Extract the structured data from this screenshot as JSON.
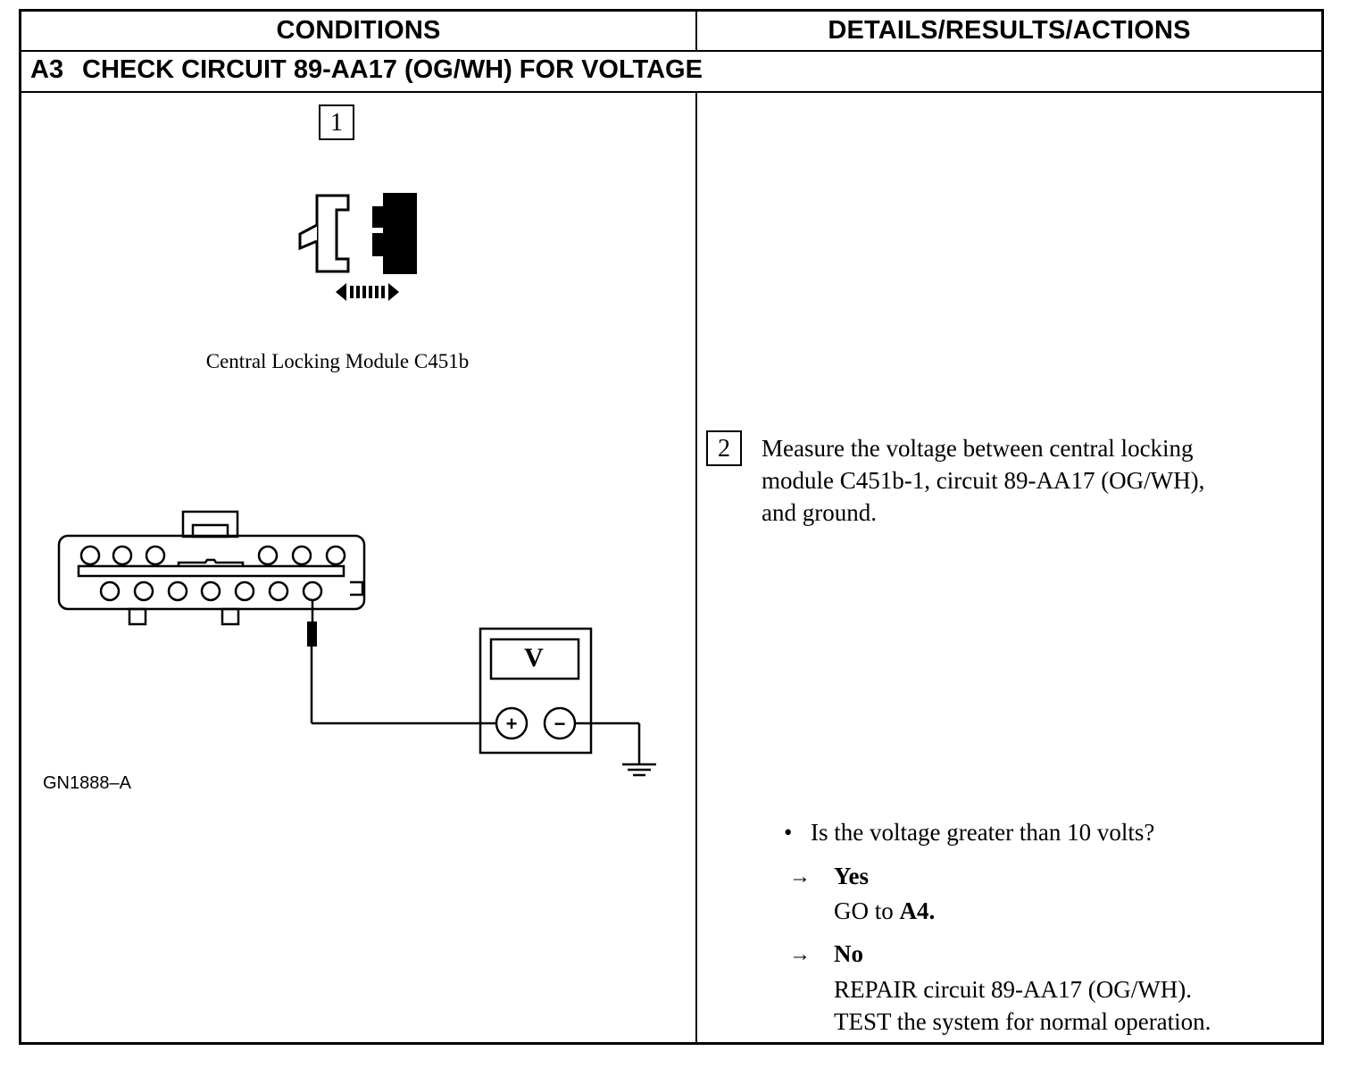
{
  "table": {
    "col_conditions": "CONDITIONS",
    "col_details": "DETAILS/RESULTS/ACTIONS",
    "step_id": "A3",
    "step_title": "CHECK CIRCUIT 89-AA17 (OG/WH) FOR VOLTAGE"
  },
  "conditions": {
    "step1_number": "1",
    "connector_caption": "Central Locking Module C451b",
    "meter_label": "V",
    "meter_plus": "+",
    "meter_minus": "−",
    "figure_id": "GN1888–A"
  },
  "details": {
    "step2_number": "2",
    "step2_line1": "Measure the voltage between central locking",
    "step2_line2": "module C451b-1, circuit 89-AA17 (OG/WH),",
    "step2_line3": "and ground.",
    "question": "Is the voltage greater than 10 volts?",
    "bullet": "•",
    "arrow": "→",
    "yes_label": "Yes",
    "yes_action_prefix": "GO to ",
    "yes_action_target": "A4.",
    "no_label": "No",
    "no_action_line1": "REPAIR circuit 89-AA17 (OG/WH).",
    "no_action_line2": "TEST the system for normal operation."
  }
}
